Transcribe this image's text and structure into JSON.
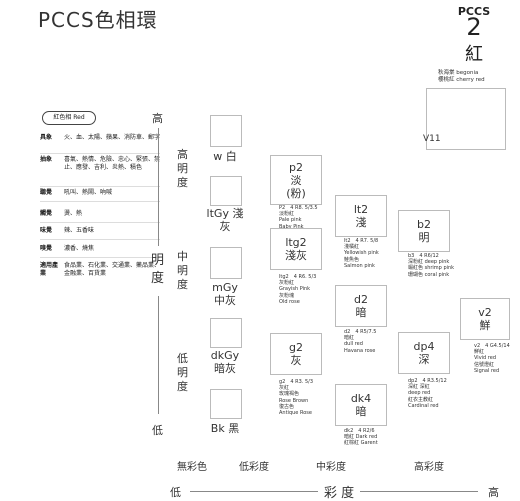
{
  "title": "PCCS色相環",
  "pccs": {
    "label": "PCCS",
    "number": "2",
    "hue": "紅"
  },
  "hue_sample": {
    "line1": "秋海棠 begonia",
    "line2": "櫻桃紅 cherry red",
    "code": "V11"
  },
  "tag": "紅色相 Red",
  "associations": [
    {
      "key": "具象",
      "value": "火、血、太陽、蘋果、消防車、郵字"
    },
    {
      "key": "抽象",
      "value": "喜氣、熱情、危險、忠心、緊張、禁止、應發、吉利、炎熱、積色"
    },
    {
      "key": "聽覺",
      "value": "吼叫、熱鬧、吶喊"
    },
    {
      "key": "觸覺",
      "value": "燙、熱"
    },
    {
      "key": "味覺",
      "value": "辣、五香味"
    },
    {
      "key": "嗅覺",
      "value": "濃香、燒焦"
    },
    {
      "key": "適用產業",
      "value": "食品業、石化業、交通業、藥品業、金融業、百貨業"
    }
  ],
  "y_axis": {
    "high": "高",
    "low": "低",
    "brightness": "明度",
    "high_b": "高明度",
    "mid_b": "中明度",
    "low_b": "低明度"
  },
  "x_axis": {
    "low": "低",
    "label": "彩 度",
    "high": "高",
    "cats": [
      "無彩色",
      "低彩度",
      "中彩度",
      "高彩度"
    ]
  },
  "achromatic": [
    {
      "name": "w 白"
    },
    {
      "name": "ltGy 淺灰"
    },
    {
      "name": "mGy 中灰"
    },
    {
      "name": "dkGy 暗灰"
    },
    {
      "name": "Bk 黑"
    }
  ],
  "tones": {
    "p2": {
      "code": "p2",
      "cn": "淡",
      "cn2": "(粉)",
      "info": "P2　4 R8. 5/3.5",
      "cn_name": "淡粉紅",
      "en1": "Pale pink",
      "en2": "Baby Pink"
    },
    "ltg2": {
      "code": "ltg2",
      "cn": "淺灰",
      "info": "ltg2　4 R6. 5/3",
      "cn_name": "灰粉紅",
      "en1": "Grayish Pink",
      "en2": "灰粉塊",
      "en3": "Old rose"
    },
    "g2": {
      "code": "g2",
      "cn": "灰",
      "info": "g2　4 R3. 5/3",
      "cn_name": "灰紅",
      "en1": "玫瑰褐色",
      "en2": "Rose Brown",
      "en3": "復古色",
      "en4": "Antique Rose"
    },
    "lt2": {
      "code": "lt2",
      "cn": "淺",
      "info": "lt2　4 R7. 5/8",
      "cn_name": "淺橘紅",
      "en1": "Yellowish pink",
      "en2": "鮭魚色",
      "en3": "Salmon pink"
    },
    "d2": {
      "code": "d2",
      "cn": "暗",
      "info": "d2　4 R5/7.5",
      "cn_name": "暗紅",
      "en1": "dull red",
      "en2": "Havana rose"
    },
    "dk4": {
      "code": "dk4",
      "cn": "暗",
      "info": "dk2　4 R2/6",
      "cn_name": "暗紅 Dark red",
      "en1": "紅棕紅 Garent"
    },
    "b2": {
      "code": "b2",
      "cn": "明",
      "info": "b3　4 R6/12",
      "cn_name": "深粉紅 deep pink",
      "en1": "蝦紅色 shrimp pink",
      "en2": "珊瑚色 coral pink"
    },
    "dp4": {
      "code": "dp4",
      "cn": "深",
      "info": "dp2　4 R3.5/12",
      "cn_name": "深紅 深紅",
      "en1": "deep red",
      "en2": "紅衣主教紅",
      "en3": "Cardinal red"
    },
    "v2": {
      "code": "v2",
      "cn": "鮮",
      "info": "v2　4 G4.5/14",
      "cn_name": "鮮紅",
      "en1": "Vivid red",
      "en2": "信號燈紅",
      "en3": "Signal red"
    }
  }
}
